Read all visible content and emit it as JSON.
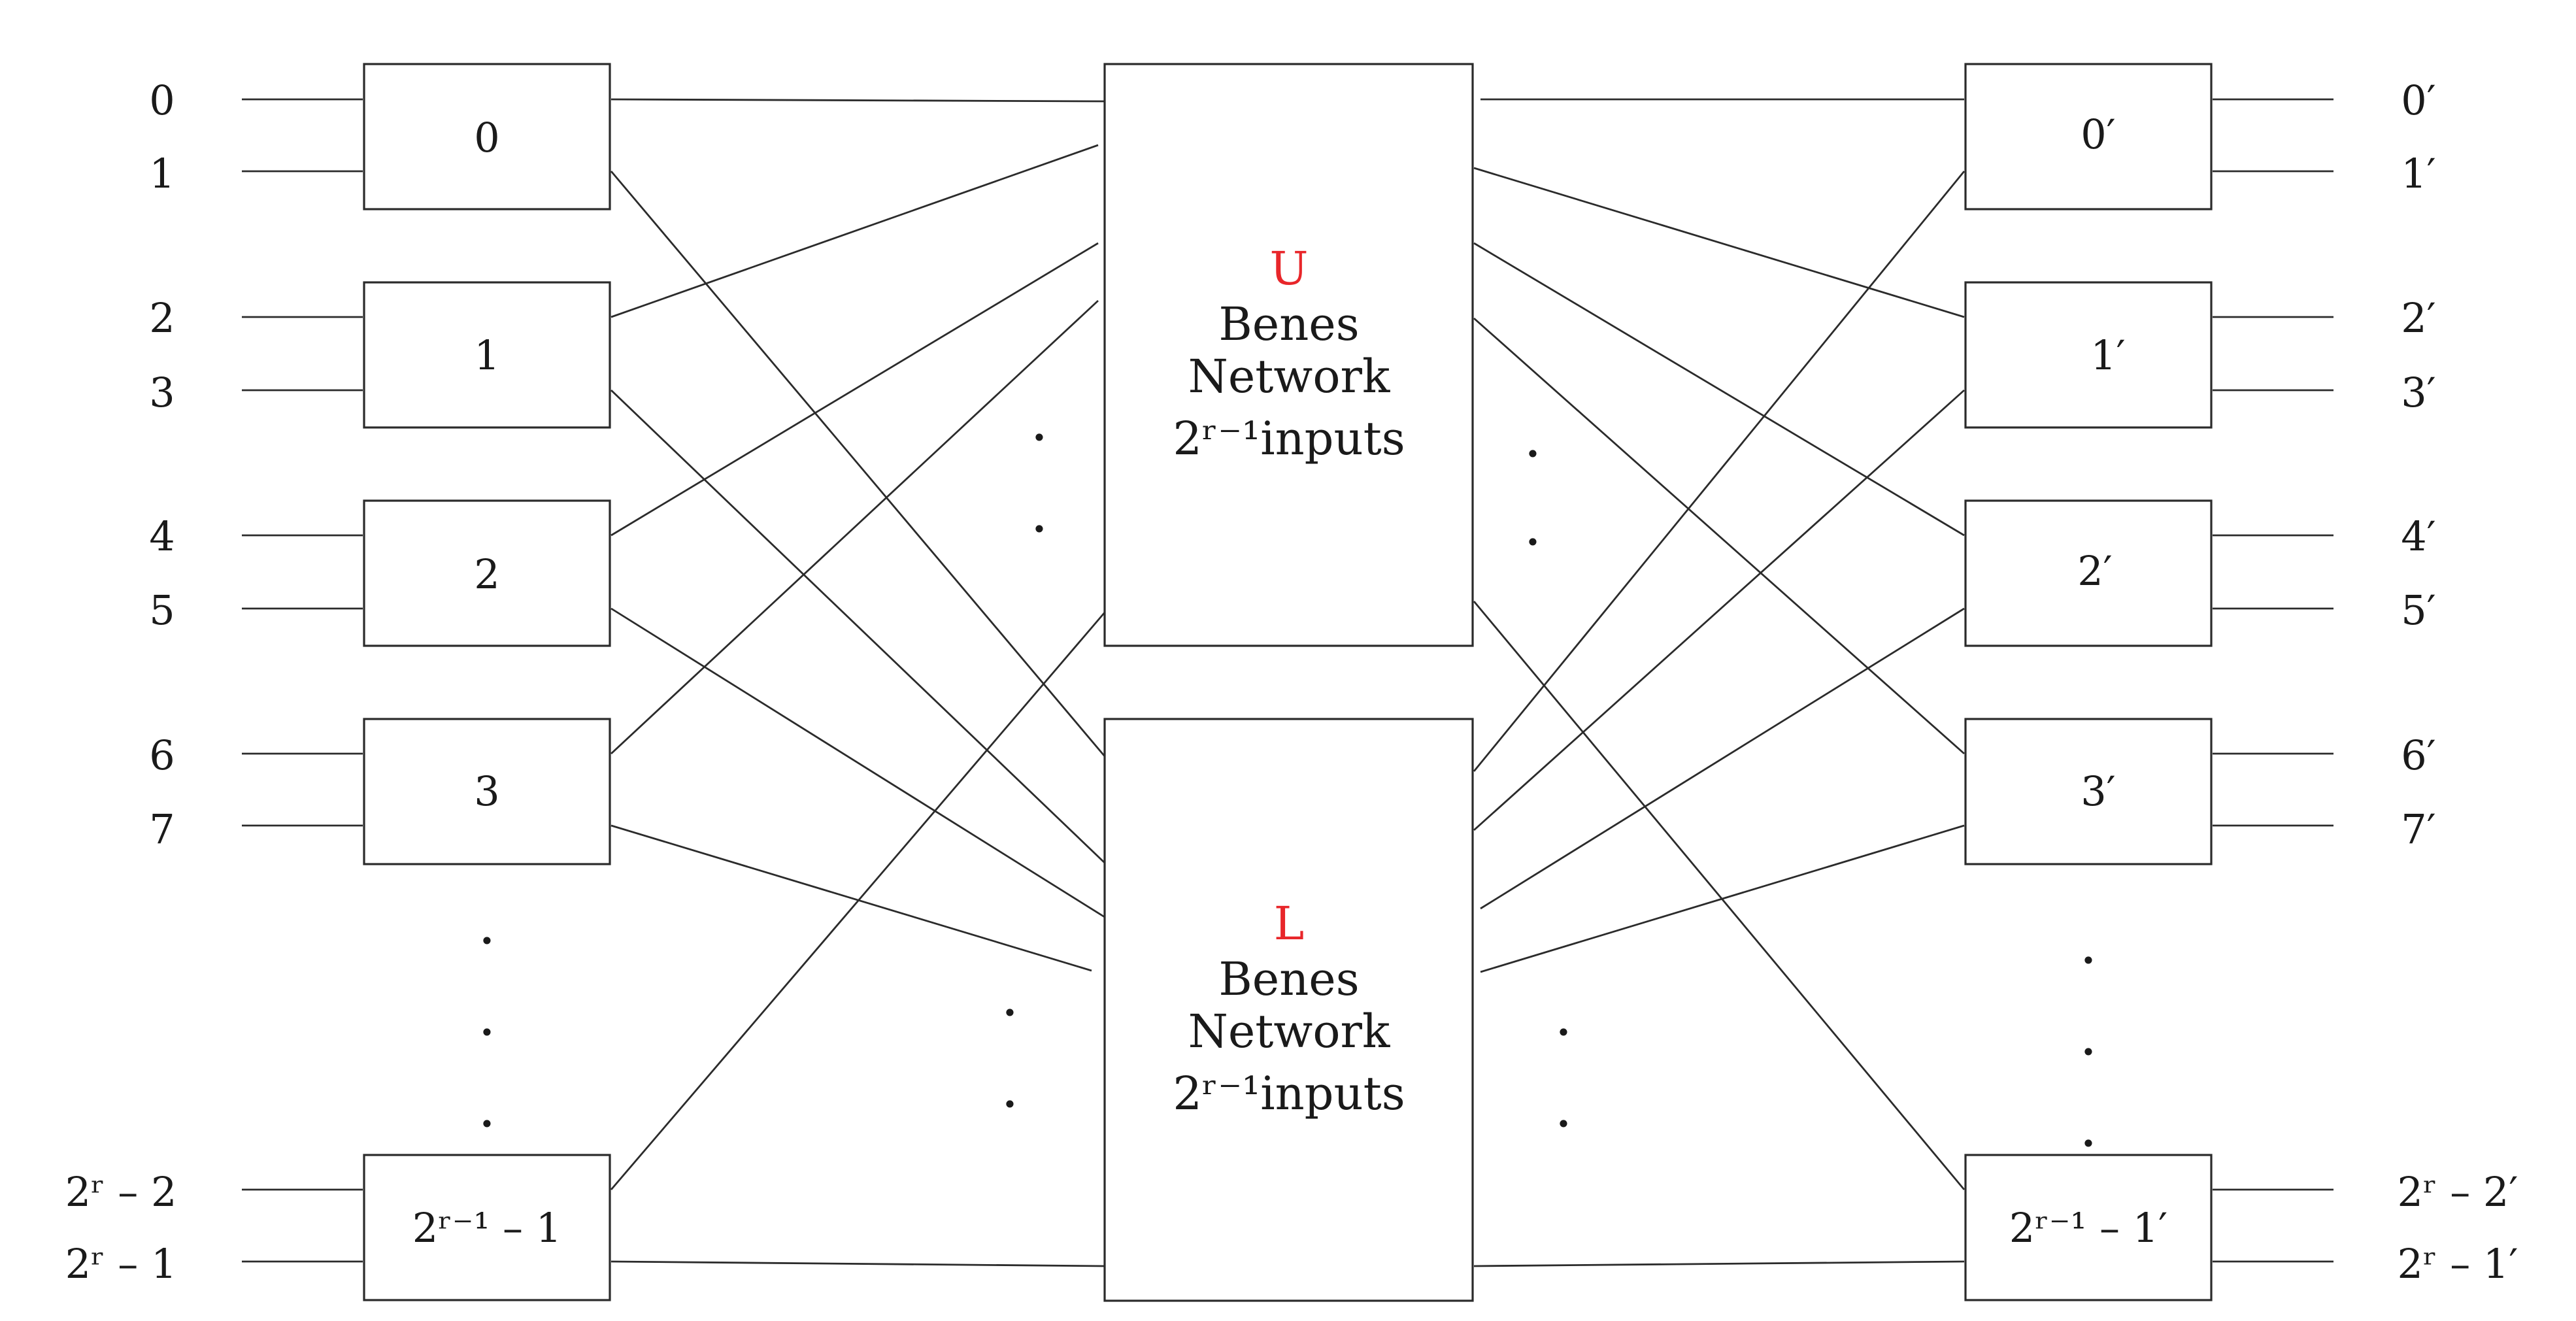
{
  "input_labels": [
    "0",
    "1",
    "2",
    "3",
    "4",
    "5",
    "6",
    "7",
    "2ʳ – 2",
    "2ʳ – 1"
  ],
  "output_labels": [
    "0′",
    "1′",
    "2′",
    "3′",
    "4′",
    "5′",
    "6′",
    "7′",
    "2ʳ – 2′",
    "2ʳ – 1′"
  ],
  "left_switches": [
    "0",
    "1",
    "2",
    "3",
    "2ʳ⁻¹ – 1"
  ],
  "right_switches": [
    "0′",
    "1′",
    "2′",
    "3′",
    "2ʳ⁻¹ – 1′"
  ],
  "upper_network": {
    "letter": "U",
    "lines": [
      "Benes",
      "Network",
      "2ʳ⁻¹inputs"
    ]
  },
  "lower_network": {
    "letter": "L",
    "lines": [
      "Benes",
      "Network",
      "2ʳ⁻¹inputs"
    ]
  },
  "ellipsis": "·",
  "colors": {
    "accent": "#e8262a",
    "line": "#2b2b2b"
  }
}
